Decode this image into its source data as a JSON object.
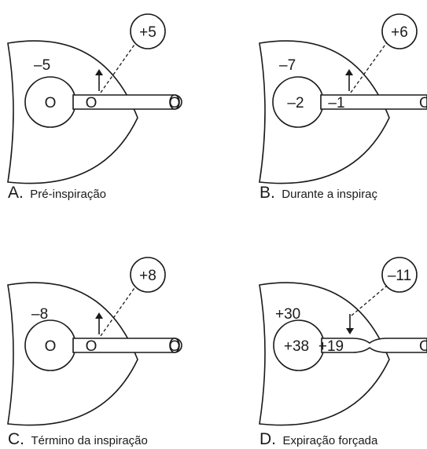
{
  "panels": [
    {
      "letter": "A.",
      "caption": "Pré-inspiração",
      "pleural": "–5",
      "external": "+5",
      "alveolar": "O",
      "airway": "O",
      "mouth": "O",
      "arrow": "up",
      "compressed": false
    },
    {
      "letter": "B.",
      "caption": "Durante a inspiraç",
      "pleural": "–7",
      "external": "+6",
      "alveolar": "–2",
      "airway": "–1",
      "mouth": "O",
      "arrow": "up",
      "compressed": false
    },
    {
      "letter": "C.",
      "caption": "Término da inspiração",
      "pleural": "–8",
      "external": "+8",
      "alveolar": "O",
      "airway": "O",
      "mouth": "O",
      "arrow": "up",
      "compressed": false
    },
    {
      "letter": "D.",
      "caption": "Expiração forçada",
      "pleural": "+30",
      "external": "–11",
      "alveolar": "+38",
      "airway": "+19",
      "mouth": "O",
      "arrow": "down",
      "compressed": true
    }
  ]
}
